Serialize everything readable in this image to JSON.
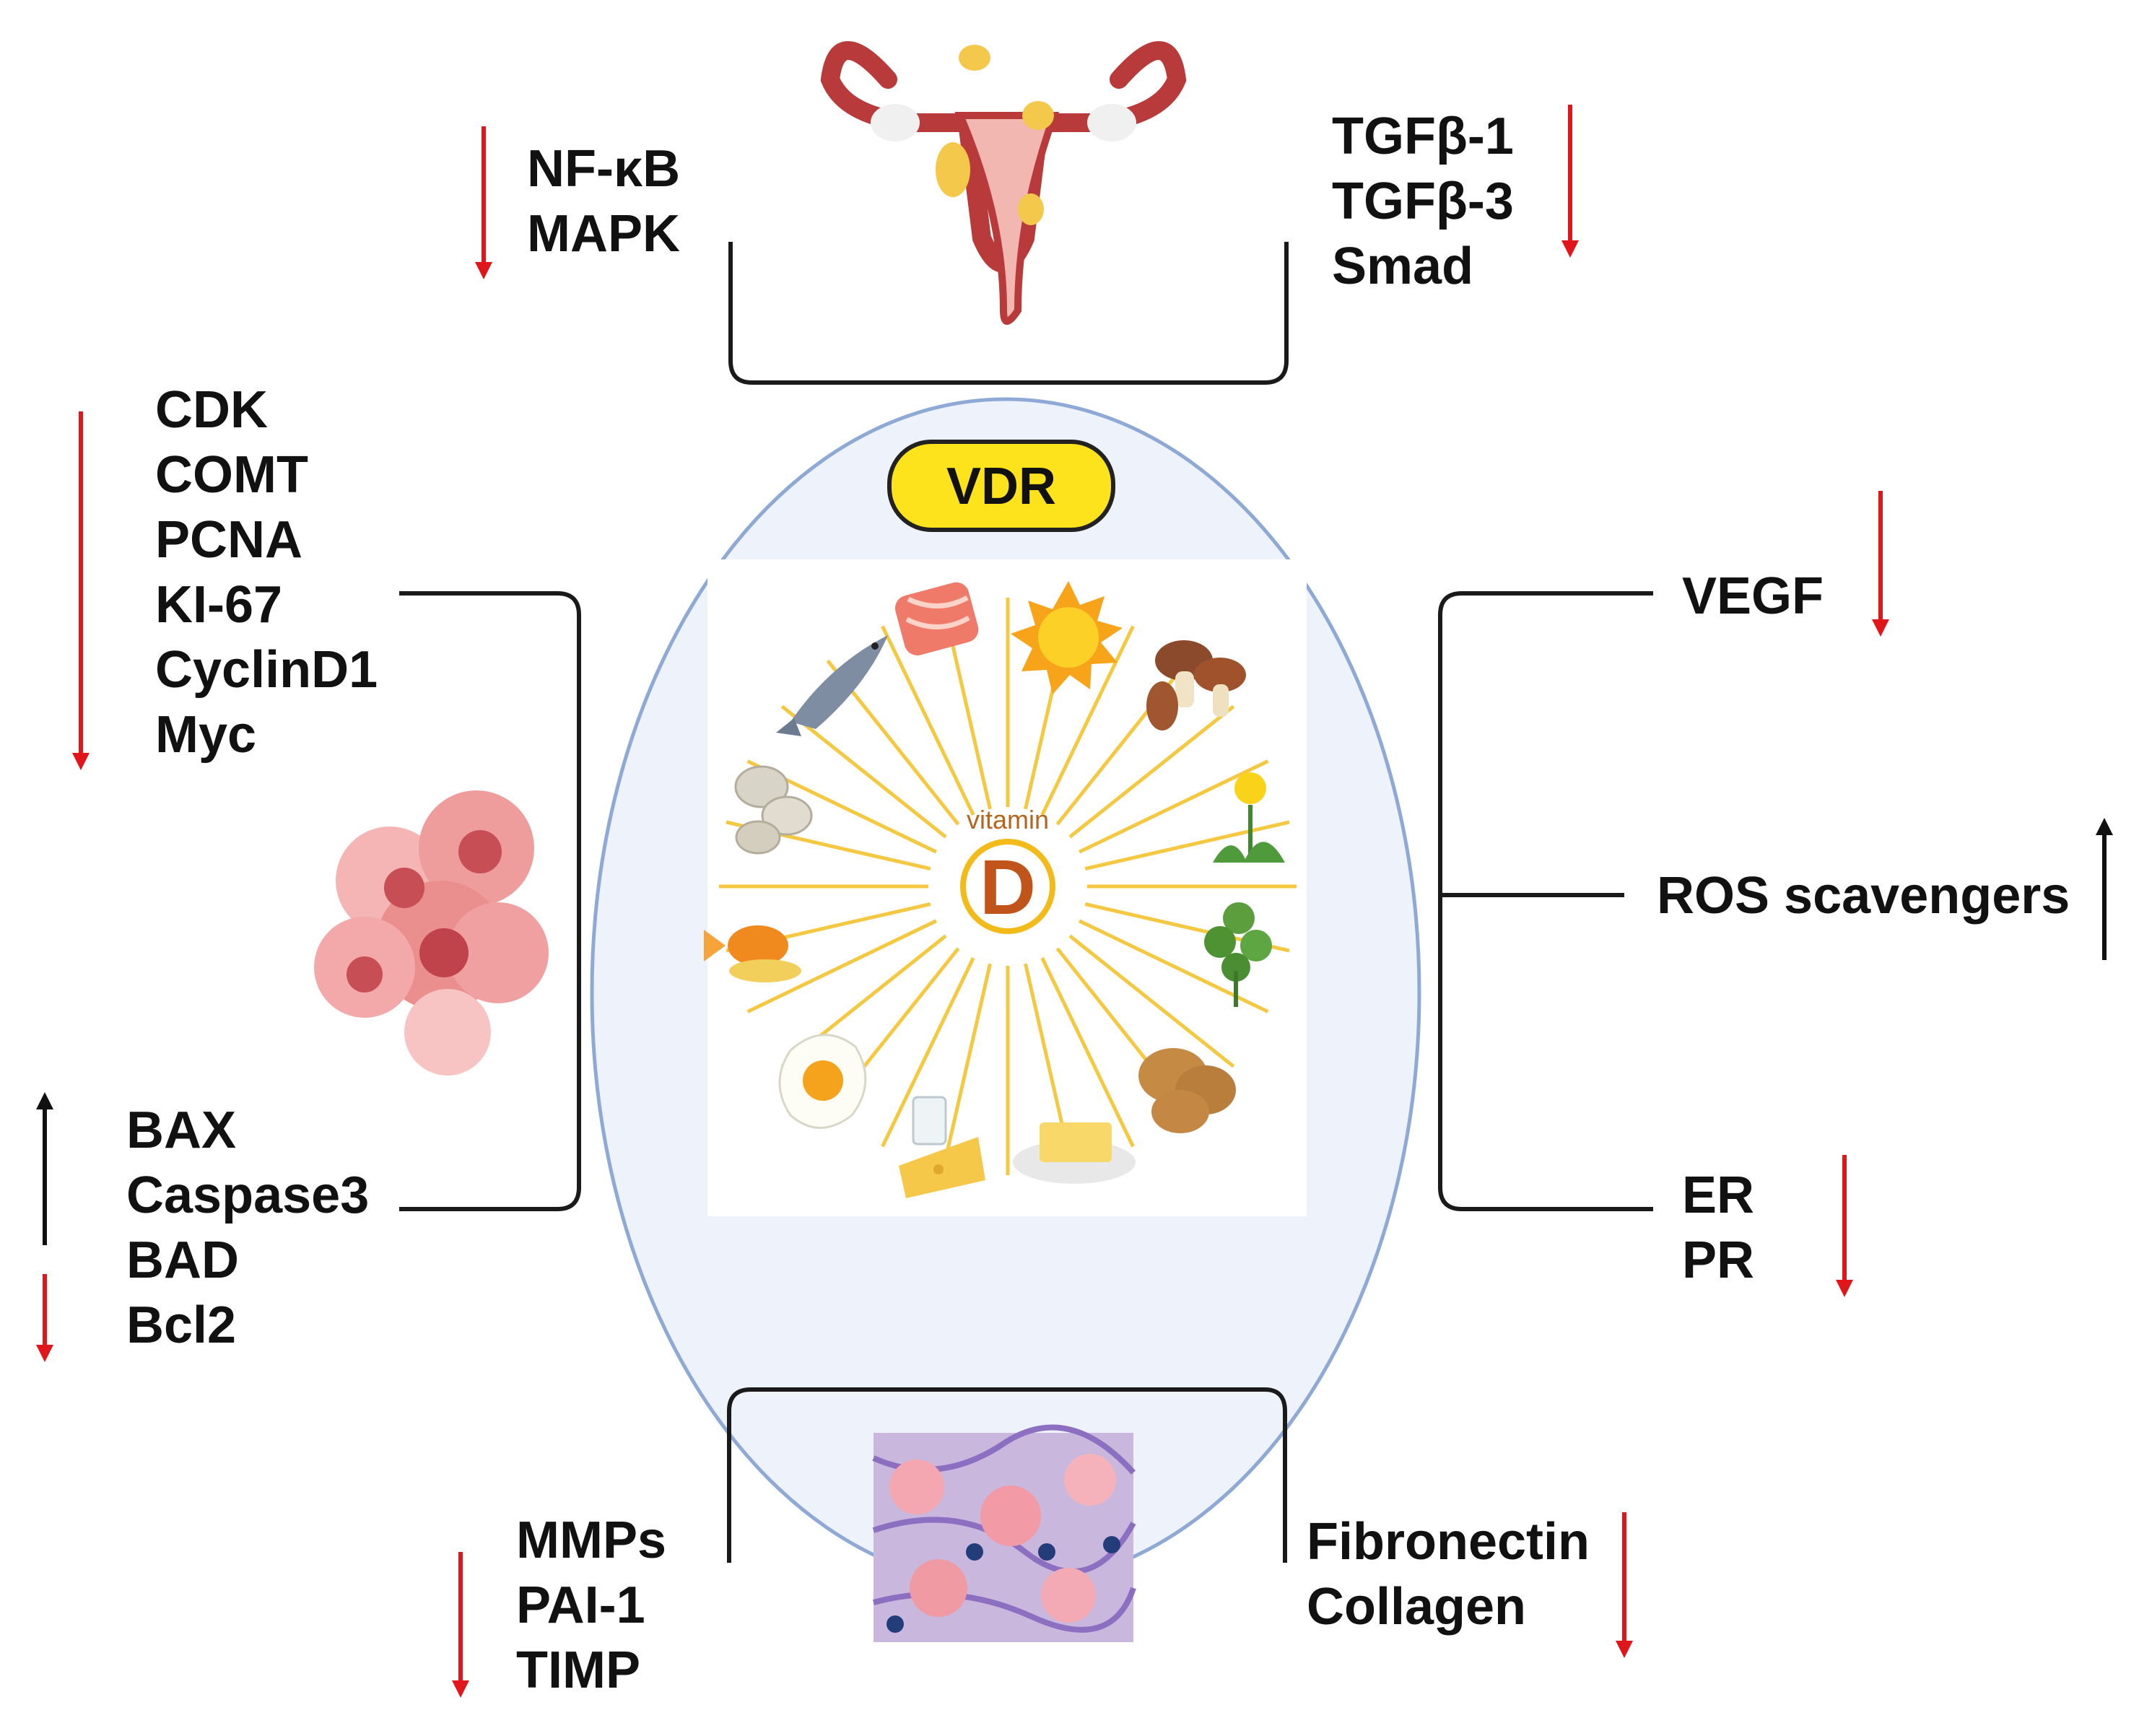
{
  "center": {
    "badge": "VDR",
    "vitamin_word": "vitamin",
    "vitamin_letter": "D"
  },
  "top_left": {
    "labels": [
      "NF-κB",
      "MAPK"
    ],
    "arrow": "down"
  },
  "top_right": {
    "labels": [
      "TGFβ-1",
      "TGFβ-3",
      "Smad"
    ],
    "arrow": "down"
  },
  "left_upper": {
    "labels": [
      "CDK",
      "COMT",
      "PCNA",
      "KI-67",
      "CyclinD1",
      "Myc"
    ],
    "arrow": "down"
  },
  "left_lower": {
    "labels": [
      "BAX",
      "Caspase3",
      "BAD",
      "Bcl2"
    ],
    "up_arrow_group": [
      "BAX",
      "Caspase3",
      "BAD"
    ],
    "down_arrow_group": [
      "Bcl2"
    ]
  },
  "right_vegf": {
    "labels": [
      "VEGF"
    ],
    "arrow": "down"
  },
  "right_ros": {
    "labels": [
      "ROS scavengers"
    ],
    "arrow": "up"
  },
  "right_er": {
    "labels": [
      "ER",
      "PR"
    ],
    "arrow": "down"
  },
  "bottom_left": {
    "labels": [
      "MMPs",
      "PAI-1",
      "TIMP"
    ],
    "arrow": "down"
  },
  "bottom_right": {
    "labels": [
      "Fibronectin",
      "Collagen"
    ],
    "arrow": "down"
  },
  "colors": {
    "decrease_arrow": "#e0161b",
    "increase_arrow": "#111111",
    "circle_fill": "#edf2fb",
    "circle_stroke": "#8fa9d6",
    "badge_fill": "#fde31b",
    "ray": "#f5c842"
  },
  "icons": [
    "uterus-fibroid-icon",
    "tumor-cells-icon",
    "extracellular-matrix-icon",
    "fish-icon",
    "salmon-steak-icon",
    "sun-icon",
    "mushroom-icon",
    "dandelion-icon",
    "parsley-icon",
    "potato-icon",
    "butter-icon",
    "cheese-milk-icon",
    "egg-icon",
    "goldfish-icon",
    "oyster-icon"
  ]
}
